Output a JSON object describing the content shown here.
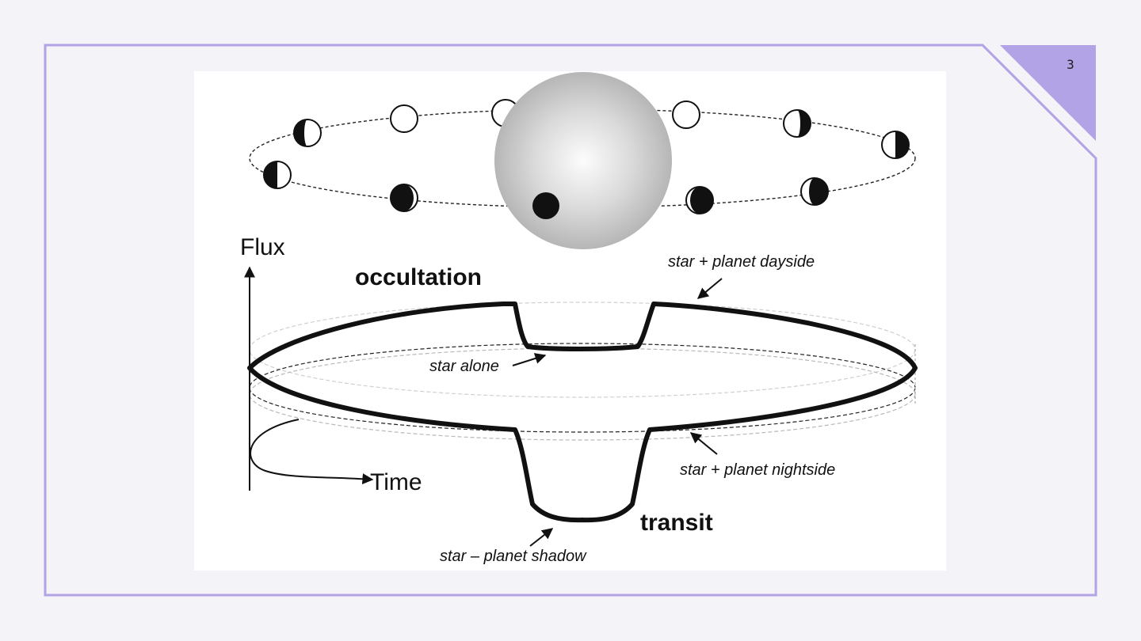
{
  "slide": {
    "page_number": "3",
    "accent_color": "#b2a2e6",
    "background_color": "#f4f3f7"
  },
  "diagram": {
    "labels": {
      "flux_axis": "Flux",
      "time_axis": "Time",
      "occultation": "occultation",
      "transit": "transit",
      "star_alone": "star alone",
      "star_planet_dayside": "star + planet dayside",
      "star_planet_nightside": "star + planet nightside",
      "star_planet_shadow": "star – planet shadow"
    }
  }
}
